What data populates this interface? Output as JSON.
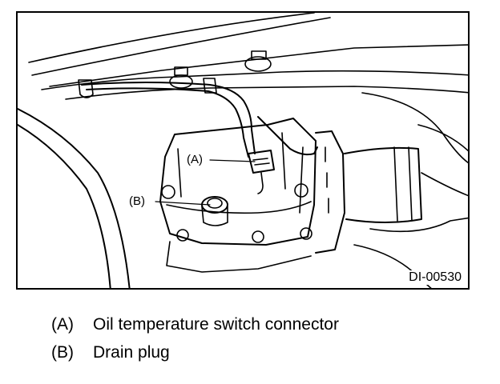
{
  "figure": {
    "callouts": [
      {
        "key": "(A)"
      },
      {
        "key": "(B)"
      }
    ],
    "figure_id": "DI-00530"
  },
  "legend": [
    {
      "key": "(A)",
      "text": "Oil temperature switch connector"
    },
    {
      "key": "(B)",
      "text": "Drain plug"
    }
  ]
}
